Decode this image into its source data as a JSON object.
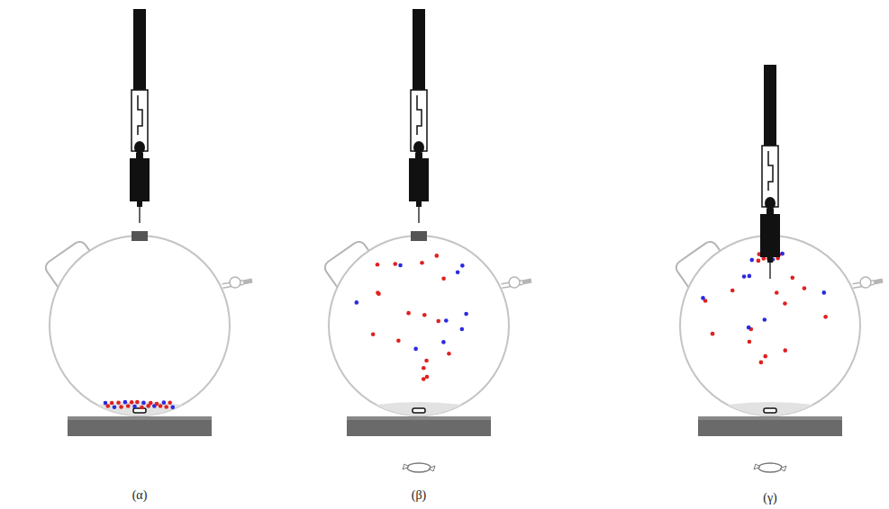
{
  "diagram": {
    "labels": [
      "(α)",
      "(β)",
      "(γ)"
    ]
  }
}
